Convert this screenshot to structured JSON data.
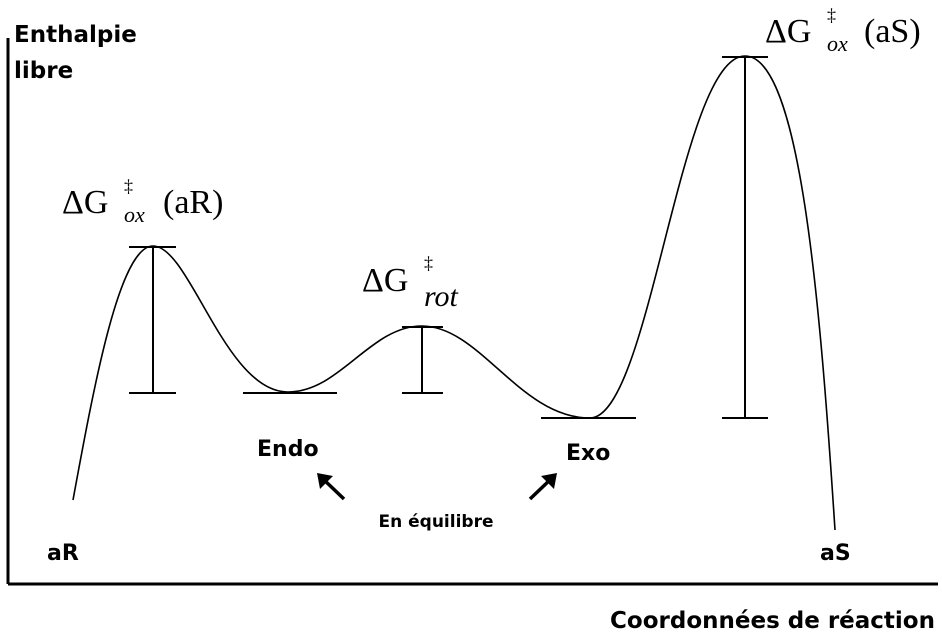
{
  "axis": {
    "y_label_line1": "Enthalpie",
    "y_label_line2": "libre",
    "x_label": "Coordonnées de réaction"
  },
  "states": {
    "aR": "aR",
    "aS": "aS",
    "endo": "Endo",
    "exo": "Exo"
  },
  "equilibrium": {
    "label": "En équilibre",
    "color": "#1a3fd1"
  },
  "barriers": {
    "ox_aR": {
      "delta": "ΔG",
      "dagger": "‡",
      "sub": "ox",
      "suffix": "(aR)"
    },
    "rot": {
      "delta": "ΔG",
      "dagger": "‡",
      "sub": "rot",
      "suffix": ""
    },
    "ox_aS": {
      "delta": "ΔG",
      "dagger": "‡",
      "sub": "ox",
      "suffix": "(aS)"
    }
  }
}
